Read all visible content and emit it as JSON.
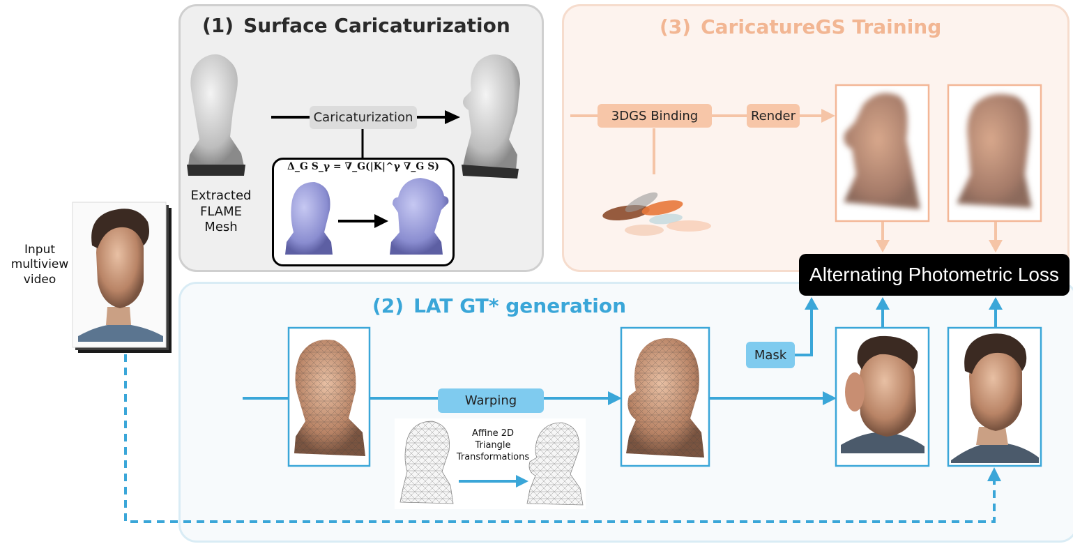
{
  "panels": {
    "surface": {
      "number": "(1)",
      "title": "Surface Caricaturization"
    },
    "training": {
      "number": "(3)",
      "title": "CaricatureGS Training"
    },
    "lat": {
      "number": "(2)",
      "title": "LAT GT* generation"
    }
  },
  "labels": {
    "input": "Input\nmultiview\nvideo",
    "extracted": "Extracted\nFLAME\nMesh",
    "caricaturization": "Caricaturization",
    "equation": "Δ_G S_γ = ∇_G(|K|^γ ∇_G S)",
    "binding": "3DGS Binding",
    "render": "Render",
    "loss": "Alternating Photometric Loss",
    "warping": "Warping",
    "mask": "Mask",
    "affine": "Affine 2D\nTriangle\nTransformations"
  },
  "colors": {
    "orange": "#f7c6a8",
    "orange_line": "#f5c4a6",
    "blue": "#3aa6d8",
    "blue_pill": "#7fcbef",
    "gray_pill": "#dcdcdc",
    "loss_bg": "#000000"
  }
}
